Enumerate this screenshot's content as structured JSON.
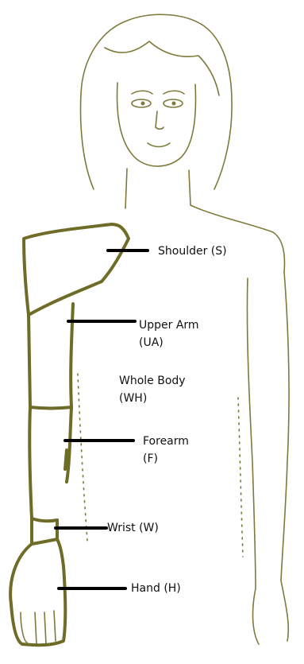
{
  "colors": {
    "outline": "#7d7a3a",
    "segment_border": "#6f6c28",
    "pointer": "#000000",
    "text": "#111111"
  },
  "labels": {
    "shoulder": [
      "Shoulder  (S)"
    ],
    "upper_arm": [
      "Upper Arm",
      "(UA)"
    ],
    "whole_body": [
      "Whole Body",
      "(WH)"
    ],
    "forearm": [
      "Forearm",
      "(F)"
    ],
    "wrist": [
      "Wrist (W)"
    ],
    "hand": [
      "Hand (H)"
    ]
  }
}
